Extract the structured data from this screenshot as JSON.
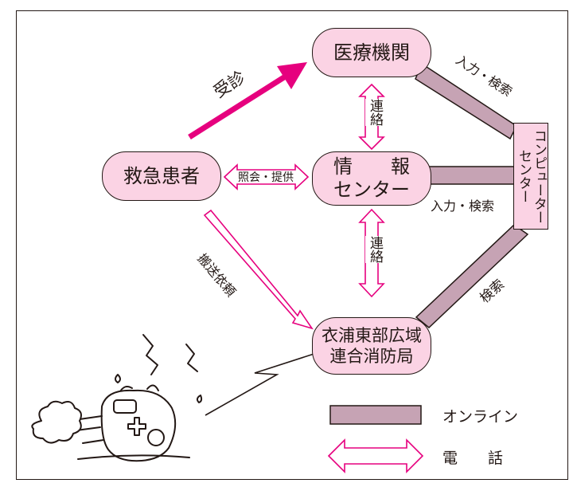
{
  "colors": {
    "node_fill": "#fbd3e4",
    "online_link": "#c6a3b4",
    "phone_arrow_stroke": "#e6007e",
    "consult_arrow": "#e6007e",
    "outline": "#231815"
  },
  "nodes": {
    "iryo": "医療機関",
    "johou_line1": "情　　報",
    "johou_line2": "センター",
    "kyukyu": "救急患者",
    "shobo_line1": "衣浦東部広域",
    "shobo_line2": "連合消防局",
    "computer": "コンピューターセンター"
  },
  "labels": {
    "jushin": "受診",
    "renraku_upper": "連絡",
    "renraku_lower": "連絡",
    "shokai": "照会・提供",
    "hanso": "搬送依頼",
    "nyuryoku_upper": "入力・検索",
    "nyuryoku_mid": "入力・検索",
    "kensaku": "検索"
  },
  "legend": {
    "online": "オンライン",
    "phone": "電　　話"
  },
  "icons": {
    "ambulance": "ambulance-icon"
  }
}
